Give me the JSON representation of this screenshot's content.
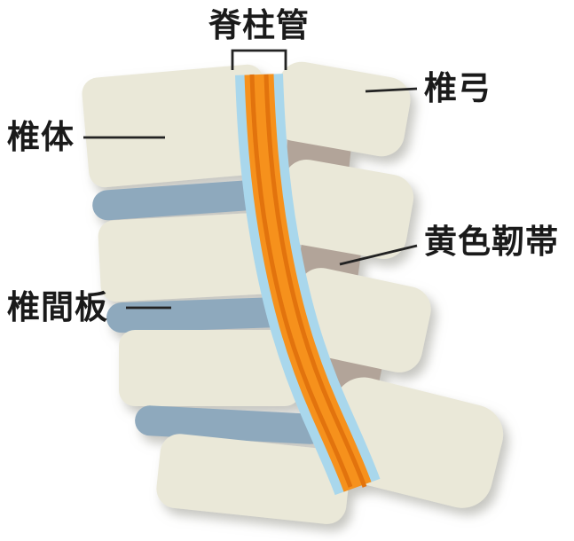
{
  "diagram": {
    "labels": {
      "spinal_canal": "脊柱管",
      "vertebral_arch": "椎弓",
      "vertebral_body": "椎体",
      "yellow_ligament": "黄色靭帯",
      "intervertebral_disc": "椎間板"
    },
    "colors": {
      "bone": "#eae8d8",
      "disc": "#8ea9bd",
      "canal": "#a9d7ec",
      "cord": "#f6911d",
      "cord_stripe": "#e2730f",
      "ligament": "#b2a499",
      "label_text": "#1a1a1a",
      "leader_line": "#222222",
      "background": "#ffffff"
    }
  }
}
